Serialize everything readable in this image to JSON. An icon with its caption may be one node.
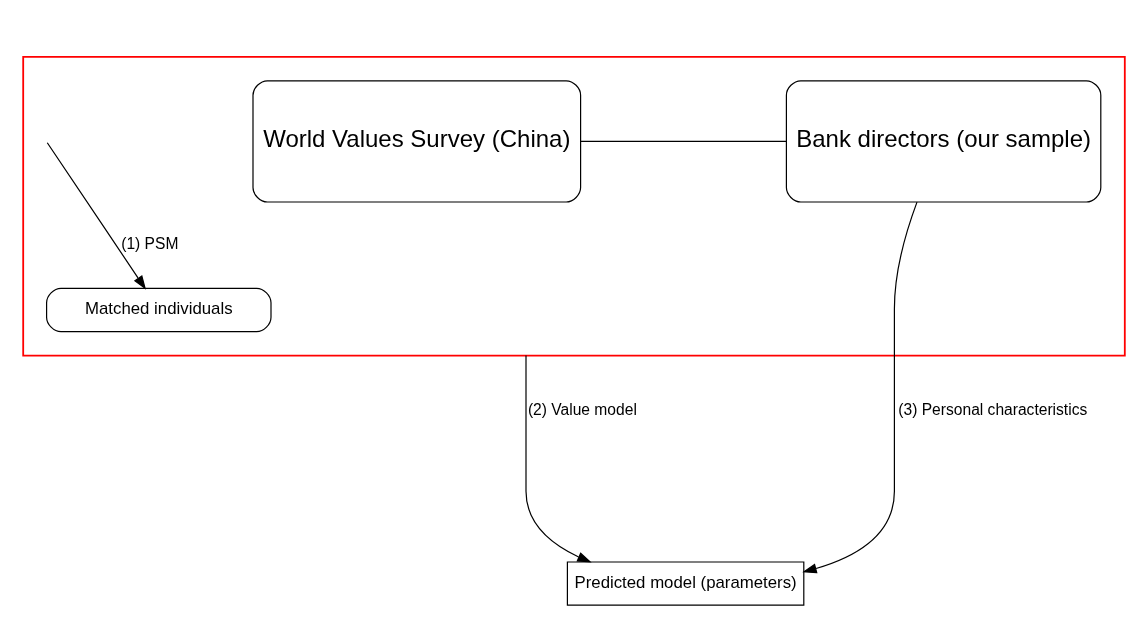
{
  "diagram": {
    "nodes": [
      {
        "text": [],
        "shape": "box"
      },
      {
        "text": [
          "World Values Survey (China)"
        ],
        "in": 0
      },
      {
        "text": [
          "Bank directors (our sample)"
        ],
        "in": 0
      },
      {
        "text": [
          "Matched individuals"
        ],
        "in": 0
      },
      {
        "text": [
          "Predicted model (parameters)"
        ]
      }
    ],
    "edges": [
      {
        "from": 1,
        "to": 2,
        "arrow": "none"
      },
      {
        "from": null,
        "to": 3,
        "arrow": "to",
        "label": "(1) PSM"
      },
      {
        "from": 0,
        "to": 4,
        "arrow": "to",
        "label": "(2) Value model"
      },
      {
        "from": 2,
        "to": 4,
        "arrow": "to",
        "label": "(3) Personal characteristics"
      }
    ]
  }
}
